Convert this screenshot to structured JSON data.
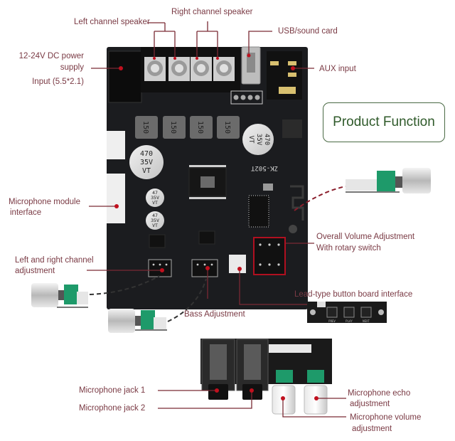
{
  "title": "Product Function",
  "board": {
    "model": "ZK-502T",
    "inductor_marking": "150",
    "big_cap": [
      "470",
      "35V",
      "VT"
    ],
    "small_cap": [
      "47",
      "35V",
      "VT"
    ]
  },
  "labels": {
    "left_speaker": "Left channel speaker",
    "right_speaker": "Right channel speaker",
    "usb": "USB/sound card",
    "aux": "AUX input",
    "power_line1": "12-24V DC power",
    "power_line2": "supply",
    "power_line3": "Input (5.5*2.1)",
    "mic_module_line1": "Microphone module",
    "mic_module_line2": "interface",
    "lr_adjust_line1": "Left and right channel",
    "lr_adjust_line2": "adjustment",
    "volume_line1": "Overall Volume Adjustment",
    "volume_line2": "With rotary switch",
    "button_board": "Lead-type button board interface",
    "bass": "Bass Adjustment",
    "mic_jack1": "Microphone jack 1",
    "mic_jack2": "Microphone jack 2",
    "mic_echo_line1": "Microphone echo",
    "mic_echo_line2": "adjustment",
    "mic_volume_line1": "Microphone volume",
    "mic_volume_line2": "adjustment"
  },
  "button_board_keys": [
    "PREV",
    "PLAY",
    "NEXT"
  ],
  "colors": {
    "label_text": "#7a3a44",
    "leader_line": "#7a2a34",
    "marker_dot": "#c0101e",
    "pcb": "#1b1c1f",
    "title_green": "#2f5a2a",
    "pot_green": "#1e9a6a"
  }
}
